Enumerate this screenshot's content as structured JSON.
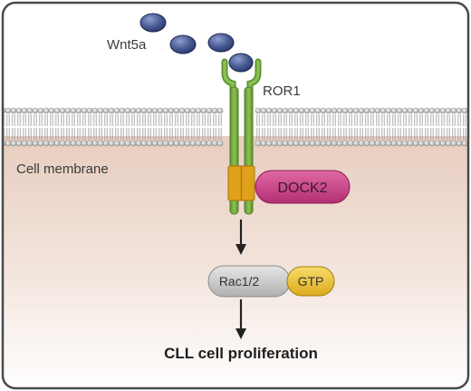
{
  "labels": {
    "ligand": "Wnt5a",
    "receptor": "ROR1",
    "membrane": "Cell membrane",
    "dock2": "DOCK2",
    "rac": "Rac1/2",
    "gtp": "GTP",
    "outcome": "CLL cell proliferation"
  },
  "colors": {
    "frame": "#4a4a4a",
    "wnt5a": "#3d4f86",
    "ror1": "#74a83e",
    "ror1_kinase": "#e0a11a",
    "dock2": "#c93f86",
    "rac": "#c8c8c8",
    "gtp": "#ecc43a",
    "cytoplasm": "#ecd9cf",
    "membrane_head": "#d9d9d9"
  },
  "icons": [
    "lipid-bilayer",
    "down-arrow"
  ]
}
